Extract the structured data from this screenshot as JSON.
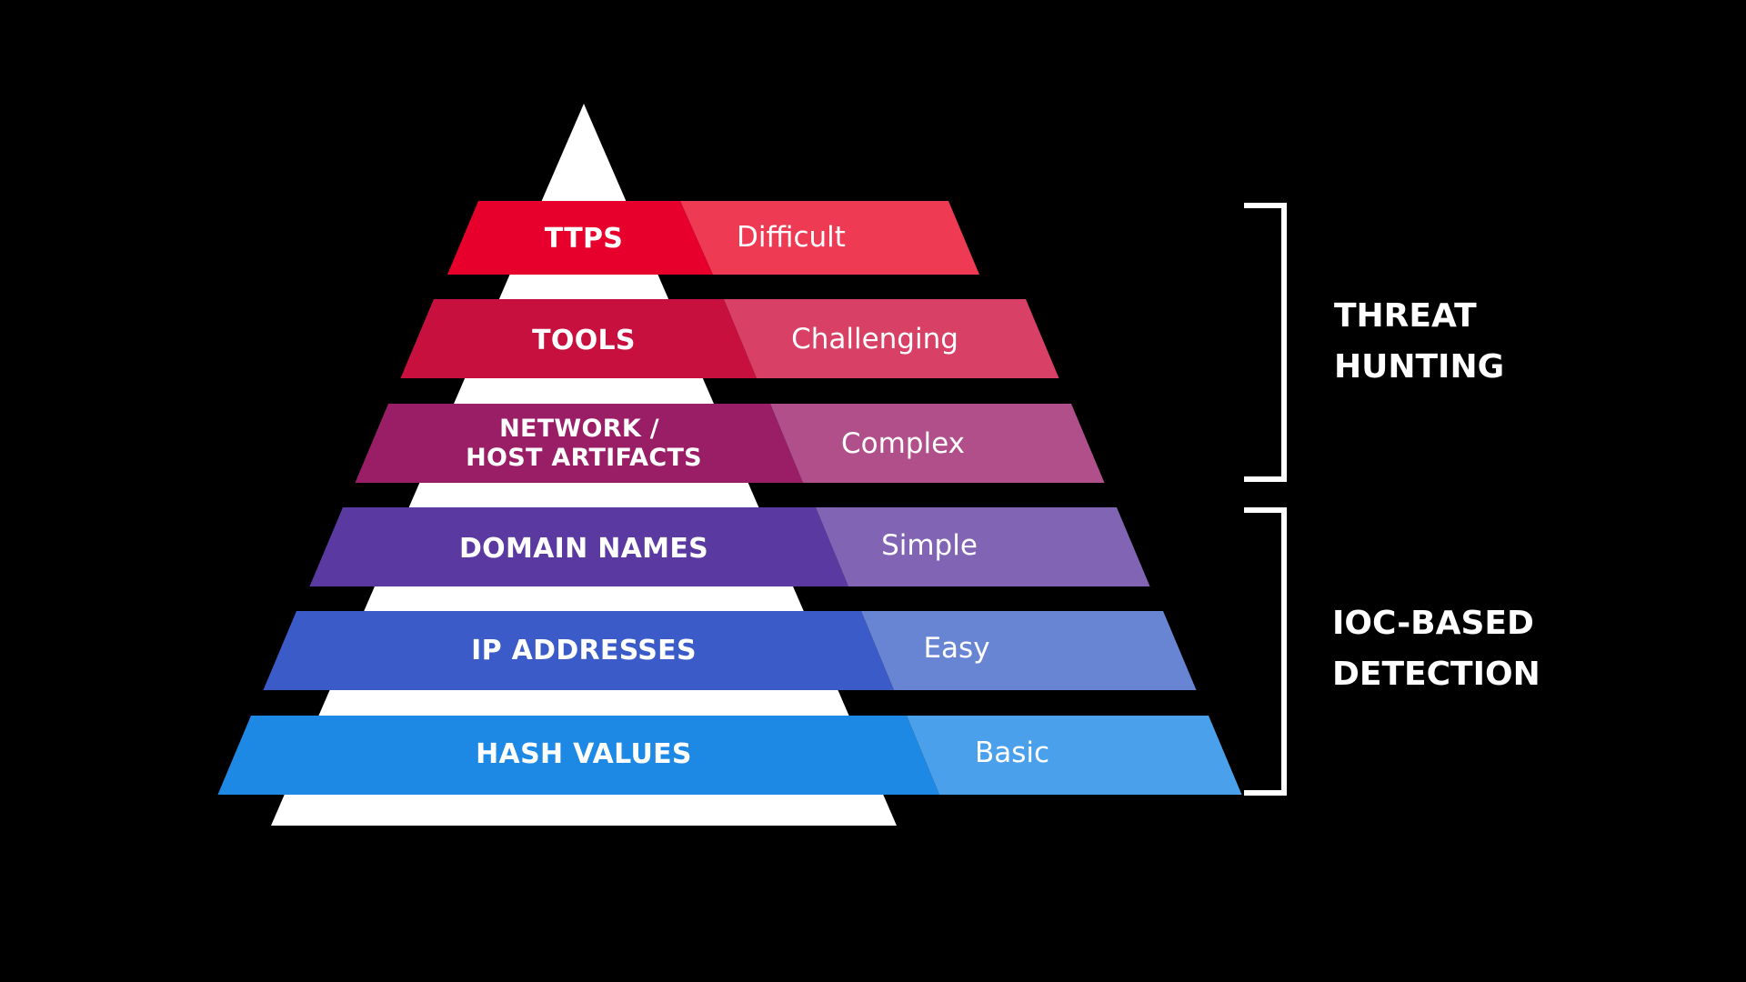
{
  "pyramid": {
    "levels": [
      {
        "label": "TTPS",
        "difficulty": "Difficult",
        "color_left": "#e8002d",
        "color_right": "#ee3a52"
      },
      {
        "label": "TOOLS",
        "difficulty": "Challenging",
        "color_left": "#c8103f",
        "color_right": "#d84066"
      },
      {
        "label_lines": [
          "NETWORK /",
          "HOST ARTIFACTS"
        ],
        "difficulty": "Complex",
        "color_left": "#9a1e66",
        "color_right": "#b04f89"
      },
      {
        "label": "DOMAIN NAMES",
        "difficulty": "Simple",
        "color_left": "#5a3aa0",
        "color_right": "#8164b4"
      },
      {
        "label": "IP ADDRESSES",
        "difficulty": "Easy",
        "color_left": "#3a5bc8",
        "color_right": "#6885d4"
      },
      {
        "label": "HASH VALUES",
        "difficulty": "Basic",
        "color_left": "#1e88e5",
        "color_right": "#4aa0ea"
      }
    ],
    "background_color": "#000000",
    "triangle_color": "#ffffff"
  },
  "brackets": [
    {
      "label_lines": [
        "THREAT",
        "HUNTING"
      ]
    },
    {
      "label_lines": [
        "IOC-BASED",
        "DETECTION"
      ]
    }
  ]
}
